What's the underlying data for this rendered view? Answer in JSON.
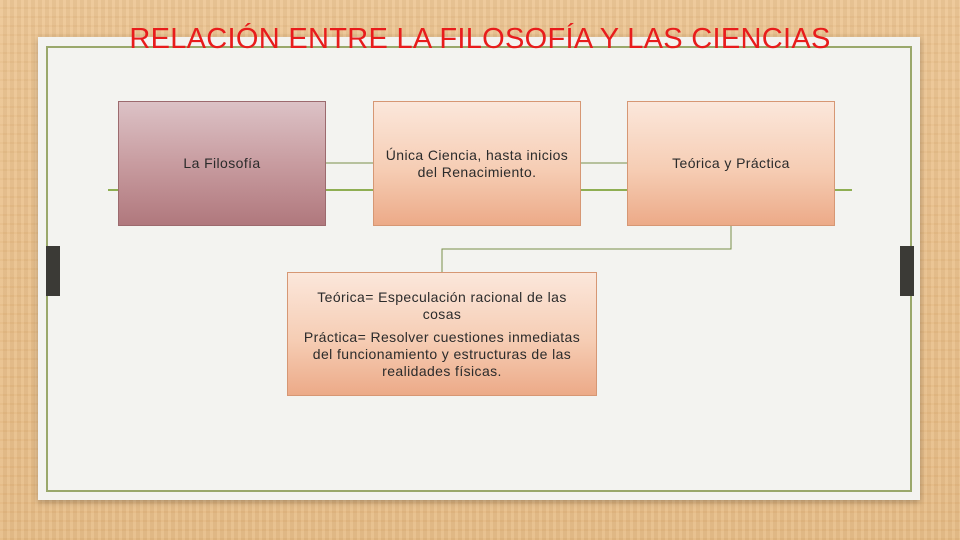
{
  "title": "RELACIÓN ENTRE LA FILOSOFÍA Y LAS CIENCIAS",
  "diagram": {
    "root": "La Filosofía",
    "level1_first": "Única Ciencia, hasta inicios del Renacimiento.",
    "level1_second": "Teórica y Práctica",
    "detail": {
      "line1": "Teórica= Especulación racional de las cosas",
      "line2": "Práctica= Resolver cuestiones inmediatas del funcionamiento y estructuras de las realidades físicas."
    }
  },
  "colors": {
    "title": "#e81c1c",
    "accent_line": "#8fae53",
    "root_box": "#c89ca0",
    "peach_box": "#f6cdb4"
  }
}
